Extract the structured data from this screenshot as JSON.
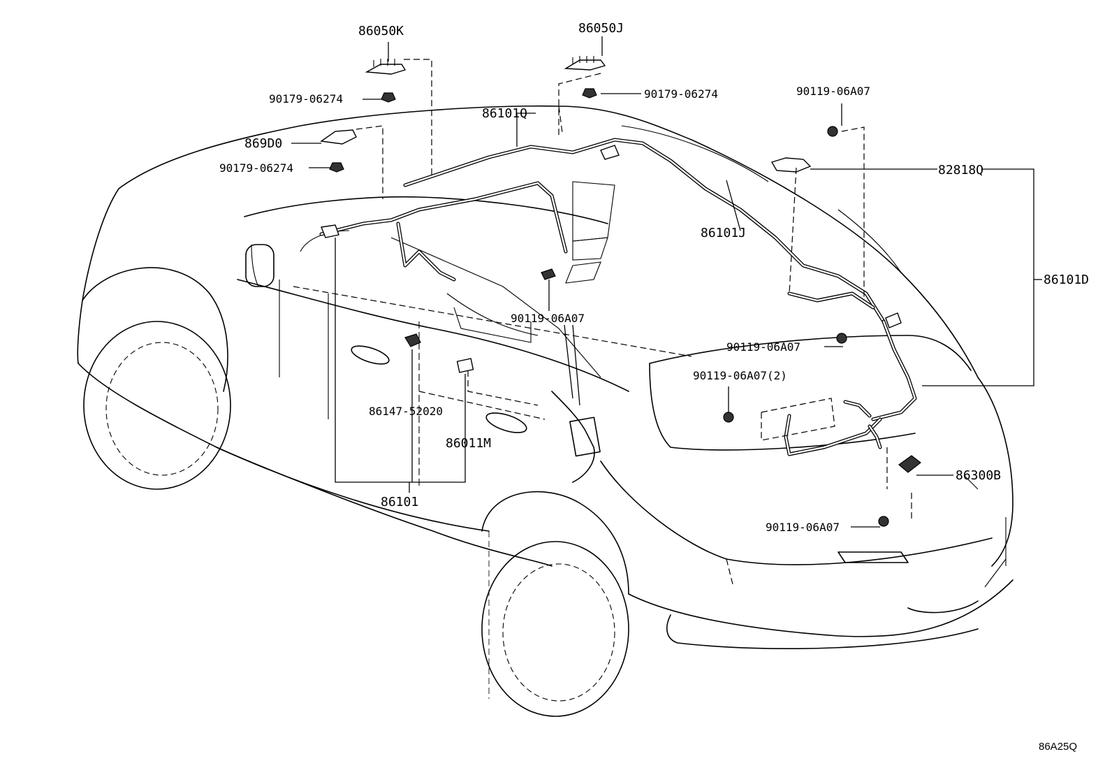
{
  "diagram_id": "86A25Q",
  "labels": {
    "p86050K": "86050K",
    "p86050J": "86050J",
    "p90179_a": "90179-06274",
    "p90179_b": "90179-06274",
    "p90179_c": "90179-06274",
    "p86101Q": "86101Q",
    "p869D0": "869D0",
    "p90119_top": "90119-06A07",
    "p82818Q": "82818Q",
    "p86101J": "86101J",
    "p86101D": "86101D",
    "p90119_mid": "90119-06A07",
    "p90119_right": "90119-06A07",
    "p90119_x2": "90119-06A07(2)",
    "p86147": "86147-52020",
    "p86011M": "86011M",
    "p86101": "86101",
    "p86300B": "86300B",
    "p90119_bottom": "90119-06A07"
  }
}
